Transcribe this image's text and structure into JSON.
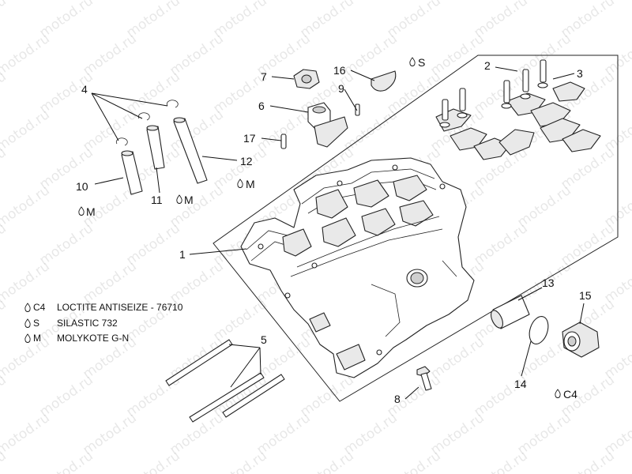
{
  "watermark": "motod.ru",
  "callouts": {
    "c1": "1",
    "c2": "2",
    "c3": "3",
    "c4": "4",
    "c5": "5",
    "c6": "6",
    "c7": "7",
    "c8": "8",
    "c9": "9",
    "c10": "10",
    "c11": "11",
    "c12": "12",
    "c13": "13",
    "c14": "14",
    "c15": "15",
    "c16": "16",
    "c17": "17"
  },
  "lube_marks": {
    "s_16": "S",
    "m_12": "M",
    "m_11": "M",
    "m_10": "M",
    "c4_15": "C4"
  },
  "legend": [
    {
      "code": "C4",
      "description": "LOCTITE ANTISEIZE - 76710"
    },
    {
      "code": "S",
      "description": "SILASTIC 732"
    },
    {
      "code": "M",
      "description": "MOLYKOTE G-N"
    }
  ],
  "icons": {
    "lube": "drop-icon"
  }
}
